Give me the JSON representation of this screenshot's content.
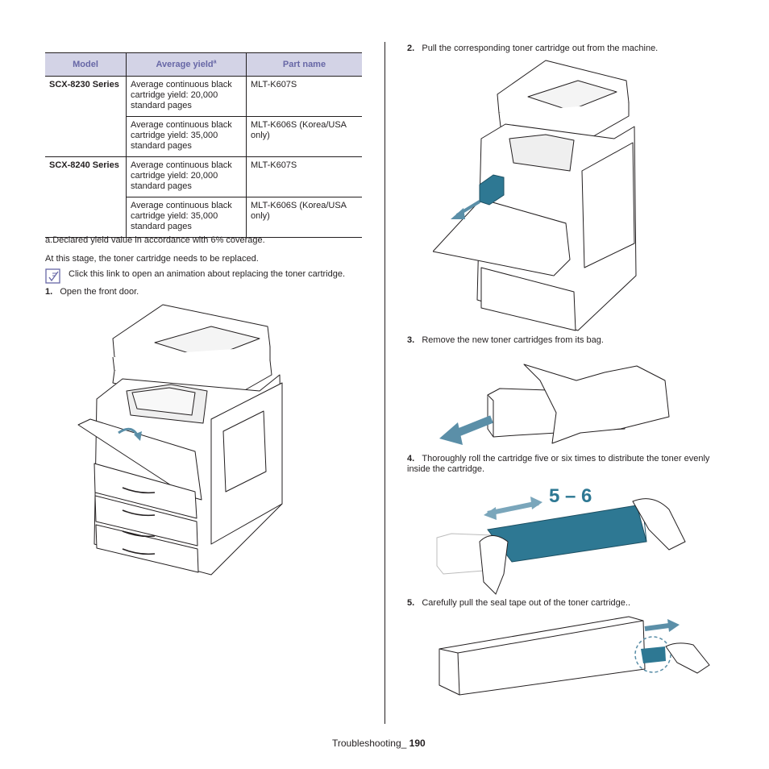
{
  "table": {
    "headers": {
      "model": "Model",
      "yield": "Average yield",
      "yield_sup": "a",
      "part": "Part name"
    },
    "groups": [
      {
        "model": "SCX-8230 Series",
        "rows": [
          {
            "yield": "Average continuous black cartridge yield: 20,000 standard pages",
            "part": "MLT-K607S"
          },
          {
            "yield": "Average continuous black cartridge yield: 35,000 standard pages",
            "part": "MLT-K606S (Korea/USA only)"
          }
        ]
      },
      {
        "model": "SCX-8240 Series",
        "rows": [
          {
            "yield": "Average continuous black cartridge yield: 20,000 standard pages",
            "part": "MLT-K607S"
          },
          {
            "yield": "Average continuous black cartridge yield: 35,000 standard pages",
            "part": "MLT-K606S (Korea/USA only)"
          }
        ]
      }
    ]
  },
  "footnote": {
    "marker": "a.",
    "text": "Declared yield value in accordance with 6% coverage."
  },
  "stage_text": "At this stage, the toner cartridge needs to be replaced.",
  "animation_link": "Click this link to open an animation about replacing the toner cartridge.",
  "steps": [
    {
      "num": "1.",
      "text": "Open the front door."
    },
    {
      "num": "2.",
      "text": "Pull the corresponding toner cartridge out from the machine."
    },
    {
      "num": "3.",
      "text": "Remove the new toner cartridges from its bag."
    },
    {
      "num": "4.",
      "text": "Thoroughly roll the cartridge five or six times to distribute the toner evenly inside the cartridge."
    },
    {
      "num": "5.",
      "text": "Carefully pull the seal tape out of the toner cartridge.."
    }
  ],
  "roll_label": "5 – 6",
  "footer": {
    "section": "Troubleshooting_",
    "page": "190"
  },
  "colors": {
    "header_bg": "#d3d3e6",
    "header_text": "#6767a6",
    "toner_blue": "#2e7893",
    "arrow_blue": "#5b8fa8"
  }
}
